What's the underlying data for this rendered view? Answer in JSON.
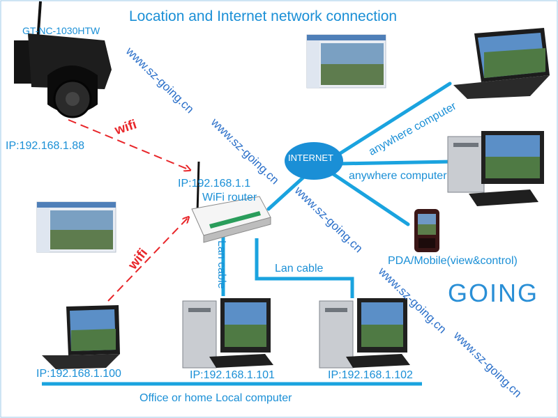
{
  "title": "Location and Internet network connection",
  "camera": {
    "model": "GT-NC-1030HTW",
    "ip": "IP:192.168.1.88"
  },
  "router": {
    "ip": "IP:192.168.1.1",
    "name": "WiFi router"
  },
  "internet_label": "INTERNET",
  "wifi_label": "wifi",
  "lan_cable_label": "Lan cable",
  "remote": {
    "computer_label": "anywhere computer",
    "mobile_label": "PDA/Mobile(view&control)"
  },
  "local": {
    "laptop_ip": "IP:192.168.1.100",
    "pc1_ip": "IP:192.168.1.101",
    "pc2_ip": "IP:192.168.1.102",
    "bus_label": "Office or home Local computer"
  },
  "watermark": "www.sz-going.cn",
  "logo": "GOING",
  "colors": {
    "link": "#1aa3df",
    "wifi": "#e8262a",
    "text": "#1a8fd6",
    "watermark": "#2a6fc9"
  }
}
